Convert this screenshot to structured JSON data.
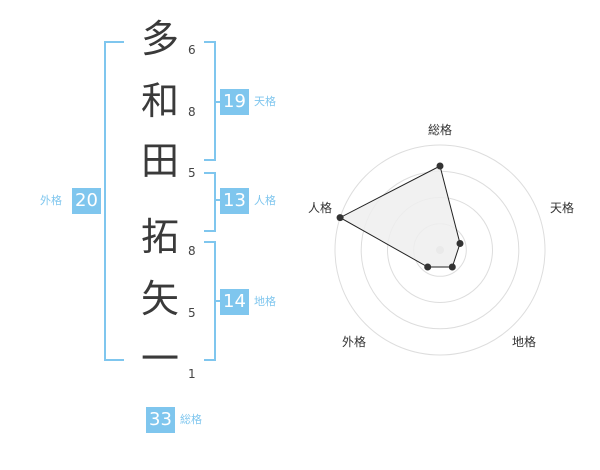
{
  "name_chars": [
    {
      "char": "多",
      "strokes": "6"
    },
    {
      "char": "和",
      "strokes": "8"
    },
    {
      "char": "田",
      "strokes": "5"
    },
    {
      "char": "拓",
      "strokes": "8"
    },
    {
      "char": "矢",
      "strokes": "5"
    },
    {
      "char": "一",
      "strokes": "1"
    }
  ],
  "fortunes": {
    "tenkaku": {
      "value": "19",
      "label": "天格"
    },
    "jinkaku": {
      "value": "13",
      "label": "人格"
    },
    "chikaku": {
      "value": "14",
      "label": "地格"
    },
    "gaikaku": {
      "value": "20",
      "label": "外格"
    },
    "soukaku": {
      "value": "33",
      "label": "総格"
    }
  },
  "colors": {
    "accent": "#7fc6ee",
    "text": "#3a3a3a",
    "radar_line": "#222222",
    "radar_fill": "#eeeeee",
    "grid": "#dddddd"
  },
  "chart_data": {
    "type": "radar",
    "axes": [
      "総格",
      "天格",
      "地格",
      "外格",
      "人格"
    ],
    "values": [
      0.8,
      0.2,
      0.2,
      0.2,
      1.0
    ],
    "range": [
      0,
      1
    ],
    "rings": 4
  }
}
